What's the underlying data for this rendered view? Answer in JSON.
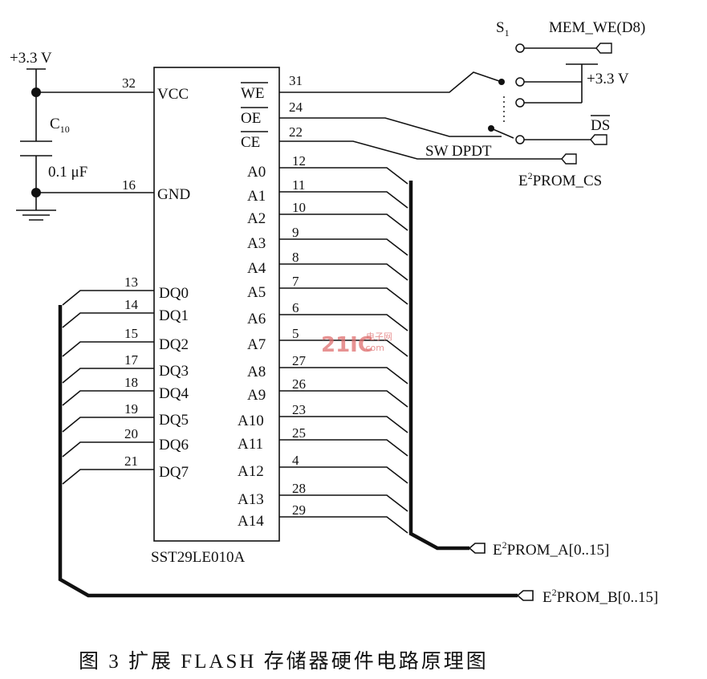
{
  "chip": {
    "name": "SST29LE010A",
    "vcc_label": "VCC",
    "vcc_pin": "32",
    "gnd_label": "GND",
    "gnd_pin": "16",
    "we_label": "WE",
    "we_pin": "31",
    "oe_label": "OE",
    "oe_pin": "24",
    "ce_label": "CE",
    "ce_pin": "22",
    "address_pins": [
      {
        "label": "A0",
        "pin": "12"
      },
      {
        "label": "A1",
        "pin": "11"
      },
      {
        "label": "A2",
        "pin": "10"
      },
      {
        "label": "A3",
        "pin": "9"
      },
      {
        "label": "A4",
        "pin": "8"
      },
      {
        "label": "A5",
        "pin": "7"
      },
      {
        "label": "A6",
        "pin": "6"
      },
      {
        "label": "A7",
        "pin": "5"
      },
      {
        "label": "A8",
        "pin": "27"
      },
      {
        "label": "A9",
        "pin": "26"
      },
      {
        "label": "A10",
        "pin": "23"
      },
      {
        "label": "A11",
        "pin": "25"
      },
      {
        "label": "A12",
        "pin": "4"
      },
      {
        "label": "A13",
        "pin": "28"
      },
      {
        "label": "A14",
        "pin": "29"
      }
    ],
    "data_pins": [
      {
        "label": "DQ0",
        "pin": "13"
      },
      {
        "label": "DQ1",
        "pin": "14"
      },
      {
        "label": "DQ2",
        "pin": "15"
      },
      {
        "label": "DQ3",
        "pin": "17"
      },
      {
        "label": "DQ4",
        "pin": "18"
      },
      {
        "label": "DQ5",
        "pin": "19"
      },
      {
        "label": "DQ6",
        "pin": "20"
      },
      {
        "label": "DQ7",
        "pin": "21"
      }
    ]
  },
  "power": {
    "supply_label": "+3.3 V",
    "cap_name": "C",
    "cap_sub": "10",
    "cap_value": "0.1 μF"
  },
  "switch": {
    "name": "S",
    "name_sub": "1",
    "type_label": "SW DPDT",
    "supply_label": "+3.3 V"
  },
  "ports": {
    "mem_we": "MEM_WE(D8)",
    "ds": "DS",
    "eeprom_cs_prefix": "E",
    "eeprom_cs_suffix": "PROM_CS",
    "eeprom_a_prefix": "E",
    "eeprom_a_suffix": "PROM_A[0..15]",
    "eeprom_b_prefix": "E",
    "eeprom_b_suffix": "PROM_B[0..15]",
    "superscript": "2"
  },
  "watermark": {
    "main": "21IC",
    "cn": "电子网",
    "dom": ".com"
  },
  "caption": "图 3   扩展 FLASH 存储器硬件电路原理图"
}
